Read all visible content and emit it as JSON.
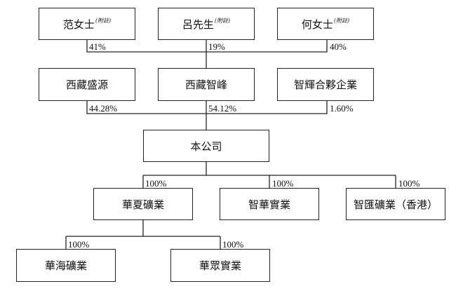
{
  "shareholders": [
    {
      "name": "范女士",
      "note": "(附註)"
    },
    {
      "name": "呂先生",
      "note": "(附註)"
    },
    {
      "name": "何女士",
      "note": "(附註)"
    }
  ],
  "level1_percentages": [
    "41%",
    "19%",
    "40%"
  ],
  "entities": [
    "西藏盛源",
    "西藏智峰",
    "智輝合夥企業"
  ],
  "level2_percentages": [
    "44.28%",
    "54.12%",
    "1.60%"
  ],
  "company": "本公司",
  "subsidiaries": [
    "華夏礦業",
    "智華實業",
    "智匯礦業（香港）"
  ],
  "subsidiary_percentages": [
    "100%",
    "100%",
    "100%"
  ],
  "sub_subsidiaries": [
    "華海礦業",
    "華眾實業"
  ],
  "sub_subsidiary_percentages": [
    "100%",
    "100%"
  ],
  "line_color": "#222222"
}
